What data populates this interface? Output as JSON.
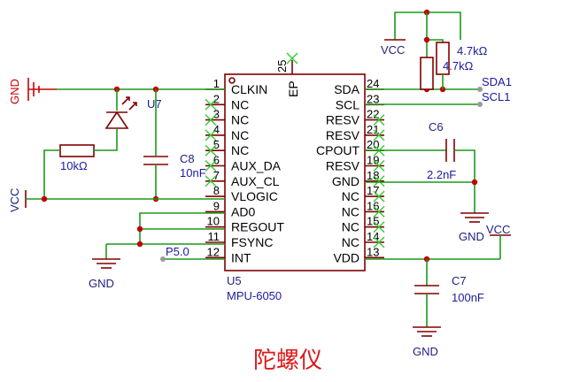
{
  "chip": {
    "designator": "U5",
    "part": "MPU-6050",
    "left_pins": [
      {
        "num": "1",
        "name": "CLKIN"
      },
      {
        "num": "2",
        "name": "NC"
      },
      {
        "num": "3",
        "name": "NC"
      },
      {
        "num": "4",
        "name": "NC"
      },
      {
        "num": "5",
        "name": "NC"
      },
      {
        "num": "6",
        "name": "AUX_DA"
      },
      {
        "num": "7",
        "name": "AUX_CL"
      },
      {
        "num": "8",
        "name": "VLOGIC"
      },
      {
        "num": "9",
        "name": "AD0"
      },
      {
        "num": "10",
        "name": "REGOUT"
      },
      {
        "num": "11",
        "name": "FSYNC"
      },
      {
        "num": "12",
        "name": "INT"
      }
    ],
    "right_pins": [
      {
        "num": "24",
        "name": "SDA"
      },
      {
        "num": "23",
        "name": "SCL"
      },
      {
        "num": "22",
        "name": "RESV"
      },
      {
        "num": "21",
        "name": "RESV"
      },
      {
        "num": "20",
        "name": "CPOUT"
      },
      {
        "num": "19",
        "name": "RESV"
      },
      {
        "num": "18",
        "name": "GND"
      },
      {
        "num": "17",
        "name": "NC"
      },
      {
        "num": "16",
        "name": "NC"
      },
      {
        "num": "15",
        "name": "NC"
      },
      {
        "num": "14",
        "name": "NC"
      },
      {
        "num": "13",
        "name": "VDD"
      }
    ],
    "top_pin": {
      "num": "25",
      "name": "EP"
    }
  },
  "components": {
    "r_top_left": "4.7kΩ",
    "r_top_right": "4.7kΩ",
    "led": "U7",
    "r_led": "10kΩ",
    "c8_name": "C8",
    "c8_value": "10nF",
    "c6_name": "C6",
    "c6_value": "2.2nF",
    "c7_name": "C7",
    "c7_value": "100nF"
  },
  "nets": {
    "vcc_top": "VCC",
    "gnd_left": "GND",
    "vcc_left": "VCC",
    "gnd_bottom_left": "GND",
    "p5": "P5.0",
    "sda1": "SDA1",
    "scl1": "SCL1",
    "gnd_right": "GND",
    "vcc_right": "VCC",
    "gnd_bottom_right": "GND"
  },
  "title": "陀螺仪",
  "colors": {
    "wire": "#1a9a1a",
    "symbol": "#800000",
    "junction": "#c00000",
    "net_label": "#1a1aa0",
    "title": "#e01818"
  }
}
